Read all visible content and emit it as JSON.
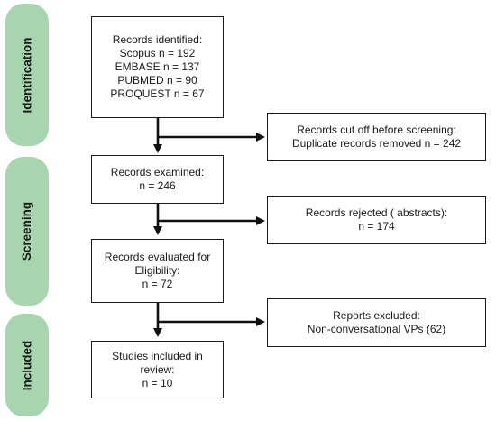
{
  "phases": {
    "identification": "Identification",
    "screening": "Screening",
    "included": "Included"
  },
  "boxes": {
    "records_identified": [
      "Records identified:",
      "Scopus n = 192",
      "EMBASE n = 137",
      "PUBMED n = 90",
      "PROQUEST n = 67"
    ],
    "cut_off": [
      "Records cut off before screening:",
      "Duplicate records removed n = 242"
    ],
    "records_examined": [
      "Records examined:",
      "n = 246"
    ],
    "rejected": [
      "Records rejected ( abstracts):",
      "n = 174"
    ],
    "evaluated": [
      "Records evaluated for",
      "Eligibility:",
      "n = 72"
    ],
    "reports_excluded": [
      "Reports excluded:",
      "Non-conversational VPs (62)"
    ],
    "included": [
      "Studies included in",
      "review:",
      "n = 10"
    ]
  },
  "colors": {
    "phase_fill": "#a9d4b0",
    "border": "#1a1a1a"
  }
}
